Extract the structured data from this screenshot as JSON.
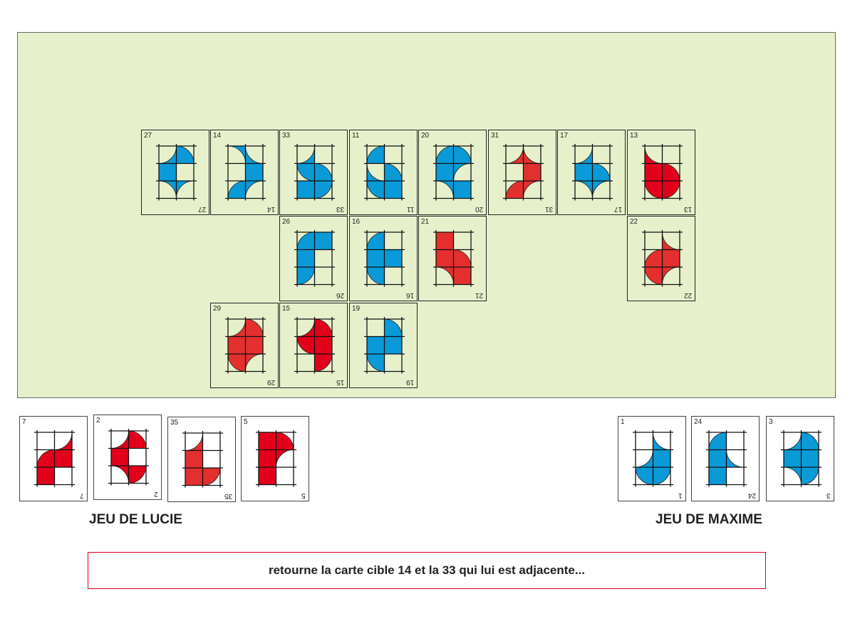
{
  "colors": {
    "blue": "#0a9ad8",
    "red": "#e2001a",
    "red_light": "#e3302f",
    "board_bg": "#e6f1cc"
  },
  "board": {
    "cards": [
      {
        "n": "27",
        "color": "blue",
        "cells": [
          "v-tl",
          "c-bl",
          "F",
          "0",
          "v-bl",
          "v-br"
        ]
      },
      {
        "n": "14",
        "color": "blue",
        "cells": [
          "v-bl",
          "v-tr",
          "0",
          "F",
          "c-br",
          "v-br"
        ]
      },
      {
        "n": "33",
        "color": "blue",
        "cells": [
          "v-tl",
          "0",
          "c-tr",
          "c-bl",
          "F",
          "c-tl"
        ]
      },
      {
        "n": "11",
        "color": "blue",
        "cells": [
          "c-br",
          "0",
          "v-tr",
          "c-bl",
          "c-tr",
          "F"
        ]
      },
      {
        "n": "20",
        "color": "blue",
        "cells": [
          "c-br",
          "c-bl",
          "F",
          "v-br",
          "v-bl",
          "F"
        ]
      },
      {
        "n": "31",
        "color": "red_light",
        "cells": [
          "v-tl",
          "v-tr",
          "0",
          "F",
          "c-br",
          "v-br"
        ]
      },
      {
        "n": "17",
        "color": "blue",
        "cells": [
          "v-tl",
          "0",
          "F",
          "c-bl",
          "v-bl",
          "v-br"
        ]
      },
      {
        "n": "13",
        "color": "red",
        "cells": [
          "v-tr",
          "0",
          "F",
          "c-bl",
          "c-tr",
          "c-tl"
        ]
      },
      {
        "n": "26",
        "color": "blue",
        "cells": [
          "c-br",
          "F",
          "F",
          "0",
          "c-tl",
          "0"
        ]
      },
      {
        "n": "16",
        "color": "blue",
        "cells": [
          "c-br",
          "0",
          "F",
          "F",
          "c-tr",
          "0"
        ]
      },
      {
        "n": "21",
        "color": "red_light",
        "cells": [
          "F",
          "0",
          "F",
          "c-bl",
          "v-bl",
          "F"
        ]
      },
      {
        "n": "22",
        "color": "red_light",
        "cells": [
          "0",
          "v-tr",
          "c-br",
          "F",
          "c-tr",
          "v-br"
        ]
      },
      {
        "n": "29",
        "color": "red_light",
        "cells": [
          "v-tl",
          "c-bl",
          "F",
          "F",
          "c-tr",
          "v-br"
        ]
      },
      {
        "n": "15",
        "color": "red",
        "cells": [
          "v-tl",
          "c-bl",
          "c-tr",
          "F",
          "0",
          "c-tl"
        ]
      },
      {
        "n": "19",
        "color": "blue",
        "cells": [
          "0",
          "c-bl",
          "F",
          "F",
          "c-tr",
          "0"
        ]
      }
    ]
  },
  "players": [
    {
      "label": "JEU DE LUCIE",
      "cards": [
        {
          "n": "7",
          "color": "red",
          "cells": [
            "0",
            "v-tl",
            "c-br",
            "F",
            "F",
            "0"
          ]
        },
        {
          "n": "2",
          "color": "red",
          "cells": [
            "v-tl",
            "c-bl",
            "F",
            "0",
            "v-bl",
            "c-tl"
          ]
        },
        {
          "n": "35",
          "color": "red_light",
          "cells": [
            "v-tl",
            "0",
            "F",
            "0",
            "F",
            "c-tl"
          ]
        },
        {
          "n": "5",
          "color": "red",
          "cells": [
            "F",
            "c-bl",
            "F",
            "v-br",
            "F",
            "0"
          ]
        }
      ]
    },
    {
      "label": "JEU DE MAXIME",
      "cards": [
        {
          "n": "1",
          "color": "blue",
          "cells": [
            "0",
            "v-tr",
            "v-tl",
            "F",
            "c-tr",
            "c-tl"
          ]
        },
        {
          "n": "24",
          "color": "blue",
          "cells": [
            "c-br",
            "0",
            "F",
            "v-tr",
            "F",
            "0"
          ]
        },
        {
          "n": "3",
          "color": "blue",
          "cells": [
            "v-tl",
            "c-bl",
            "F",
            "F",
            "v-bl",
            "c-tl"
          ]
        }
      ]
    }
  ],
  "message": "retourne la carte cible 14 et la 33 qui lui est adjacente..."
}
